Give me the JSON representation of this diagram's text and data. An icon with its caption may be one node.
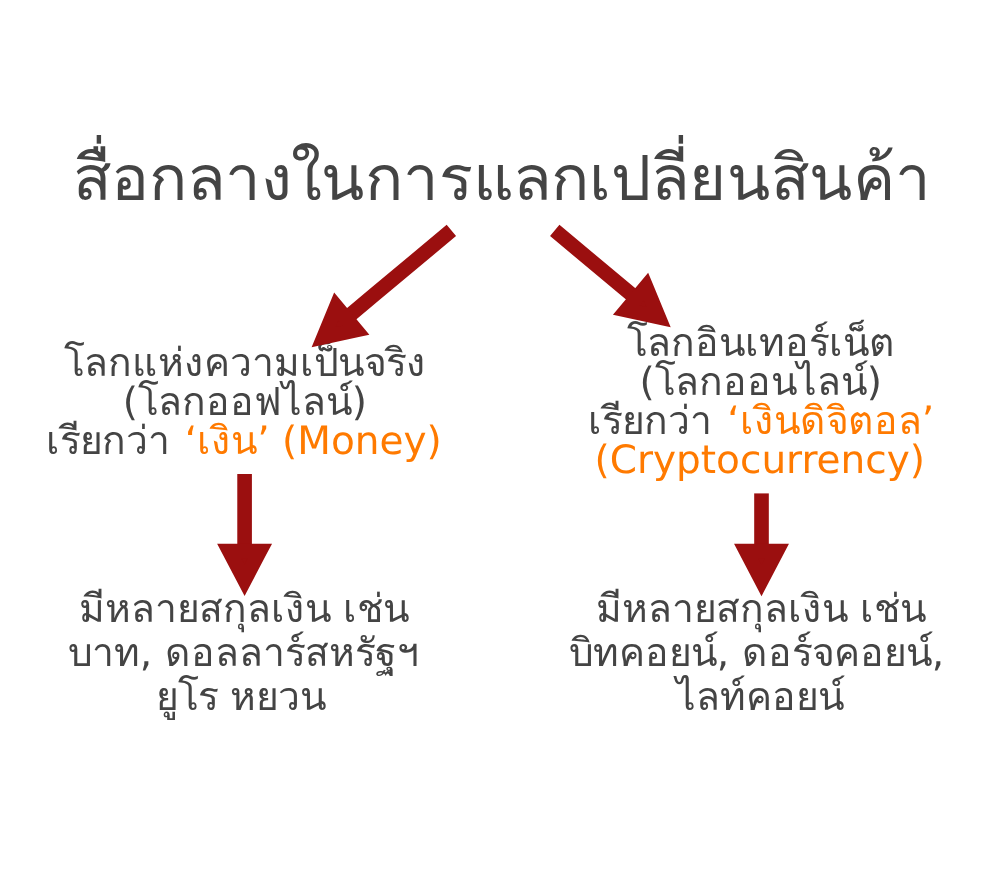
{
  "diagram": {
    "nodes": [
      {
        "text": [
          "สื่อกลางในการแลกเปลี่ยนสินค้า"
        ]
      },
      {
        "text": [
          "โลกแห่งความเป็นจริง (โลกออฟไลน์)",
          "เรียกว่า",
          "‘เงิน’ (Money)"
        ]
      },
      {
        "text": [
          "โลกอินเทอร์เน็ต (โลกออนไลน์)",
          "เรียกว่า",
          "‘เงินดิจิตอล’ (Cryptocurrency)"
        ]
      },
      {
        "text": [
          "มีหลายสกุลเงิน เช่น บาท, ดอลลาร์สหรัฐฯ ยูโร หยวน"
        ]
      },
      {
        "text": [
          "มีหลายสกุลเงิน เช่น บิทคอยน์, ดอร์จคอยน์, ไลท์คอยน์"
        ]
      }
    ],
    "edges": [
      {
        "from": 0,
        "to": 1,
        "arrow": "to"
      },
      {
        "from": 0,
        "to": 2,
        "arrow": "to"
      },
      {
        "from": 1,
        "to": 3,
        "arrow": "to"
      },
      {
        "from": 2,
        "to": 4,
        "arrow": "to"
      }
    ]
  }
}
